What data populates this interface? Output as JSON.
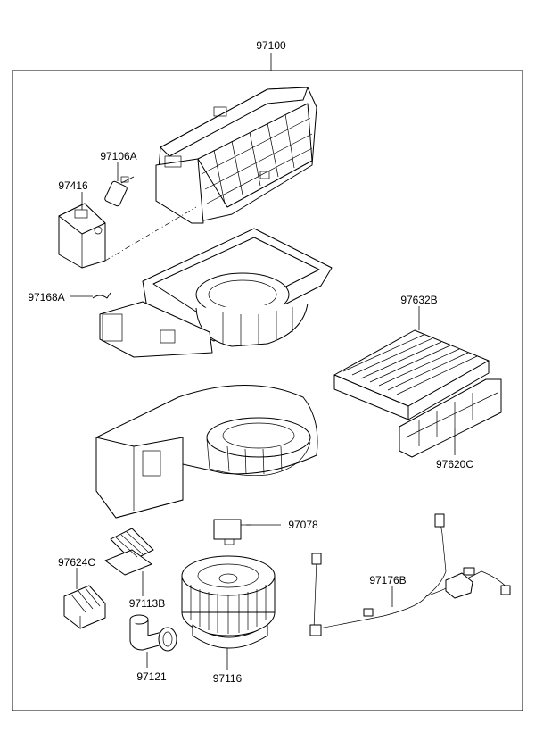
{
  "assembly_label": "97100",
  "parts": {
    "p97106A": "97106A",
    "p97416": "97416",
    "p97168A": "97168A",
    "p97632B": "97632B",
    "p97620C": "97620C",
    "p97078": "97078",
    "p97624C": "97624C",
    "p97113B": "97113B",
    "p97176B": "97176B",
    "p97121": "97121",
    "p97116": "97116"
  }
}
